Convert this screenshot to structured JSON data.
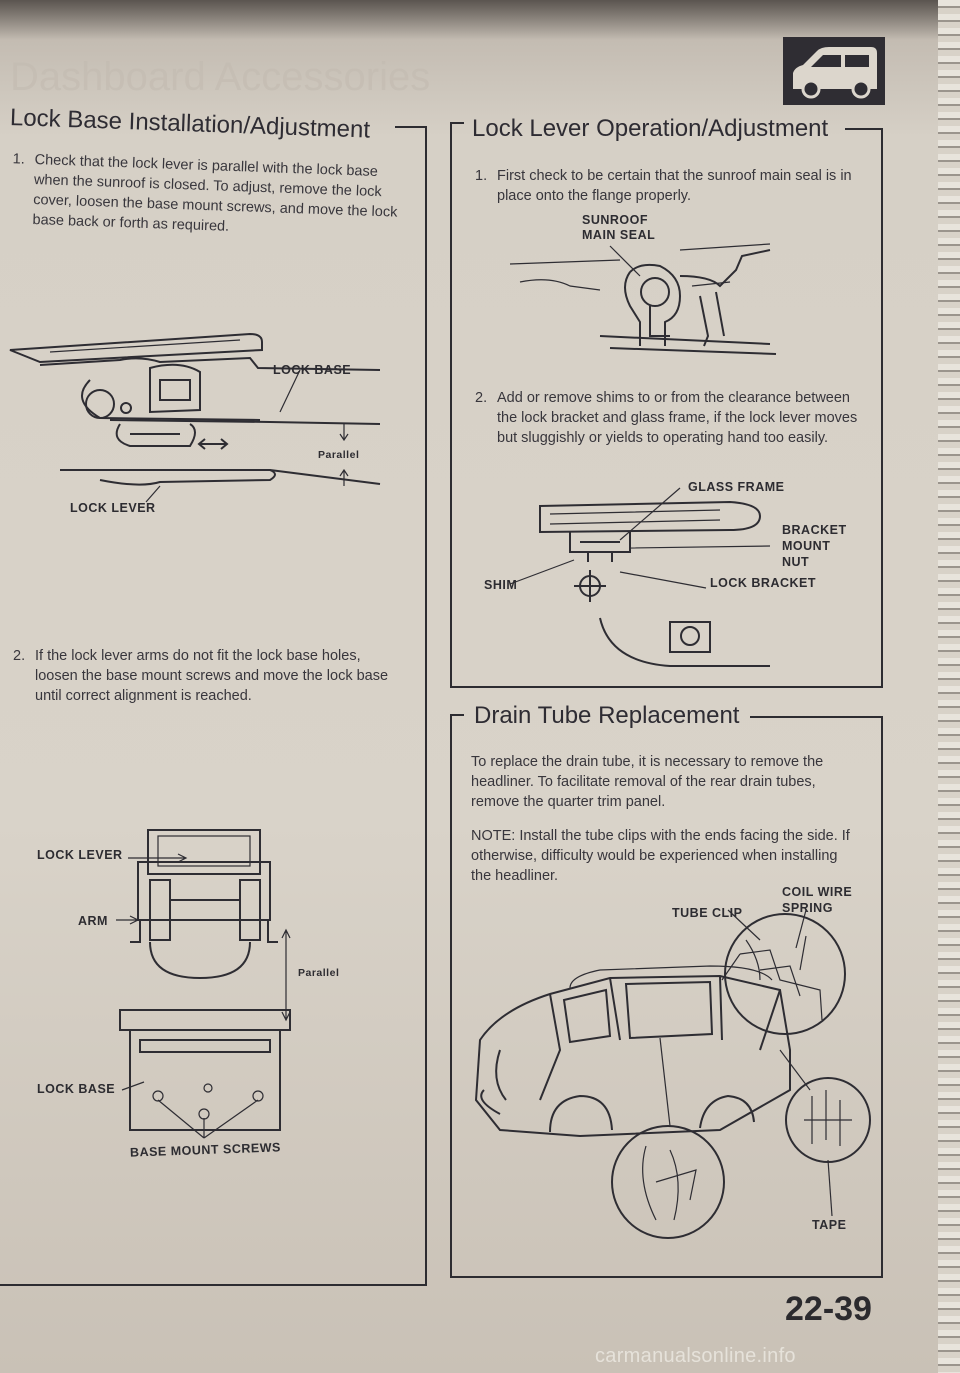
{
  "page_background_ghost": "Dashboard Accessories",
  "left": {
    "title": "Lock Base Installation/Adjustment",
    "step1_num": "1.",
    "step1_text": "Check that the lock lever is parallel with the lock base when the sunroof is closed. To adjust, remove the lock cover, loosen the base mount screws, and move the lock base back or forth as required.",
    "fig1": {
      "lock_base": "LOCK BASE",
      "parallel": "Parallel",
      "lock_lever": "LOCK LEVER"
    },
    "step2_num": "2.",
    "step2_text": "If the lock lever arms do not fit the lock base holes, loosen the base mount screws and move the lock base until correct alignment is reached.",
    "fig2": {
      "lock_lever": "LOCK LEVER",
      "arm": "ARM",
      "parallel": "Parallel",
      "lock_base": "LOCK BASE",
      "screws": "BASE MOUNT SCREWS"
    }
  },
  "right_top": {
    "title": "Lock Lever Operation/Adjustment",
    "step1_num": "1.",
    "step1_text": "First check to be certain that the sunroof main seal is in place onto the flange properly.",
    "fig1": {
      "seal_line1": "SUNROOF",
      "seal_line2": "MAIN SEAL"
    },
    "step2_num": "2.",
    "step2_text": "Add or remove shims to or from the clearance between the lock bracket and glass frame, if the lock lever moves but sluggishly or yields to operating hand too easily.",
    "fig2": {
      "glass_frame": "GLASS FRAME",
      "bracket_line1": "BRACKET",
      "bracket_line2": "MOUNT",
      "bracket_line3": "NUT",
      "shim": "SHIM",
      "lock_bracket": "LOCK BRACKET"
    }
  },
  "right_bottom": {
    "title": "Drain Tube Replacement",
    "para1": "To replace the drain tube, it is necessary to remove the headliner. To facilitate removal of the rear drain tubes, remove the quarter trim panel.",
    "para2": "NOTE: Install the tube clips with the ends facing the side. If otherwise, difficulty would be experienced when installing the headliner.",
    "fig": {
      "coil_line1": "COIL WIRE",
      "coil_line2": "SPRING",
      "tube_clip": "TUBE CLIP",
      "tape": "TAPE"
    }
  },
  "page_number": "22-39",
  "watermark": "carmanualsonline.info",
  "icon": "car-body-icon"
}
